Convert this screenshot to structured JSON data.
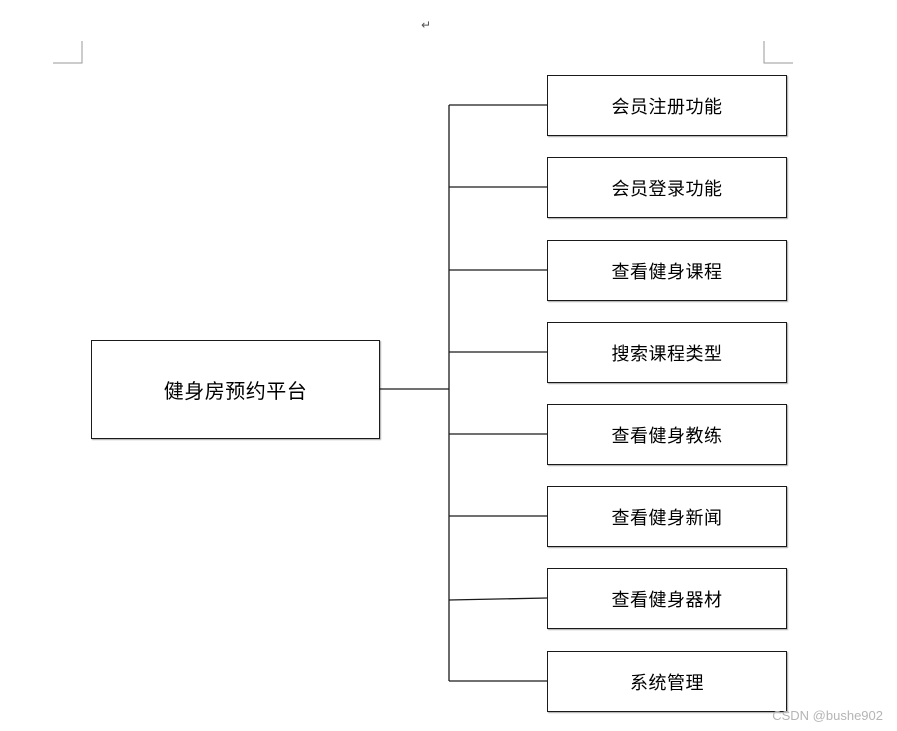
{
  "document": {
    "paragraph_mark": "↵"
  },
  "diagram": {
    "root": {
      "label": "健身房预约平台"
    },
    "children": [
      {
        "label": "会员注册功能"
      },
      {
        "label": "会员登录功能"
      },
      {
        "label": "查看健身课程"
      },
      {
        "label": "搜索课程类型"
      },
      {
        "label": "查看健身教练"
      },
      {
        "label": "查看健身新闻"
      },
      {
        "label": "查看健身器材"
      },
      {
        "label": "系统管理"
      }
    ]
  },
  "watermark": "CSDN @bushe902"
}
